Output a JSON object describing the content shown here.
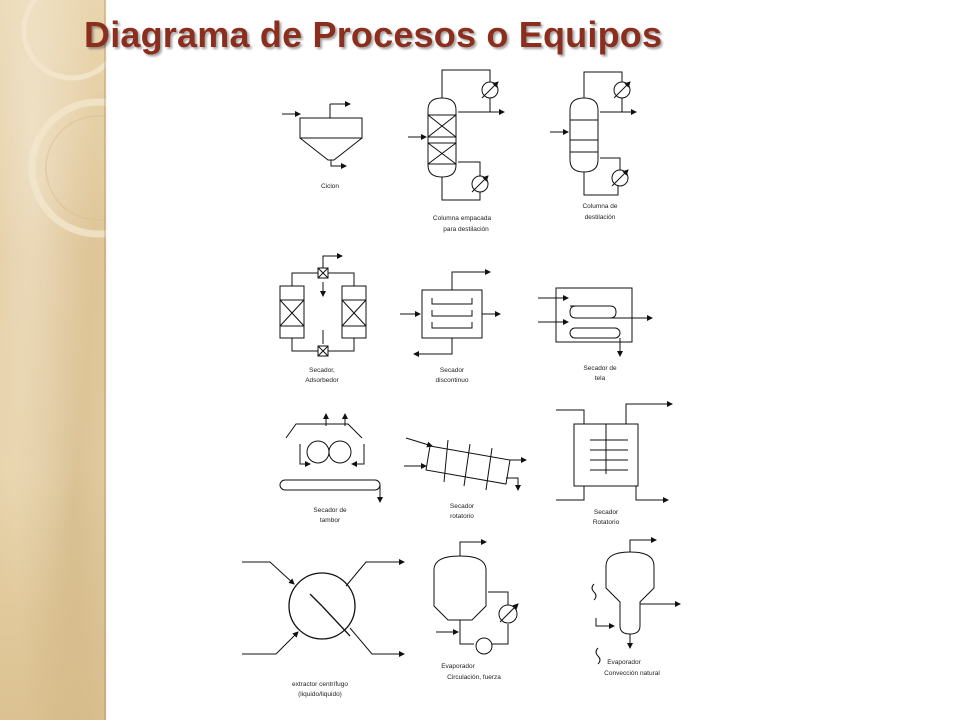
{
  "title": "Diagrama de Procesos o Equipos",
  "colors": {
    "title": "#8b2e1e",
    "parchment": "#e6d1a6"
  },
  "labels": {
    "ciclon": "Ciclon",
    "columna_empacada_1": "Columna empacada",
    "columna_empacada_2": "para destilación",
    "columna_destilacion_1": "Columna de",
    "columna_destilacion_2": "destilación",
    "secador_adsorbedor_1": "Secador,",
    "secador_adsorbedor_2": "Adsorbedor",
    "secador_discontinuo_1": "Secador",
    "secador_discontinuo_2": "discontinuo",
    "secador_tela_1": "Secador de",
    "secador_tela_2": "tela",
    "secador_tambor_1": "Secador de",
    "secador_tambor_2": "tambor",
    "secador_rotatorio_1": "Secador",
    "secador_rotatorio_2": "rotatorio",
    "secador_rotatorio2_1": "Secador",
    "secador_rotatorio2_2": "Rotatorio",
    "extractor_1": "extractor centrífugo",
    "extractor_2": "(liquido/liquido)",
    "evaporador_forzada_1": "Evaporador",
    "evaporador_forzada_2": "Circulación, fuerza",
    "evaporador_natural_1": "Evaporador",
    "evaporador_natural_2": "Convección natural"
  }
}
